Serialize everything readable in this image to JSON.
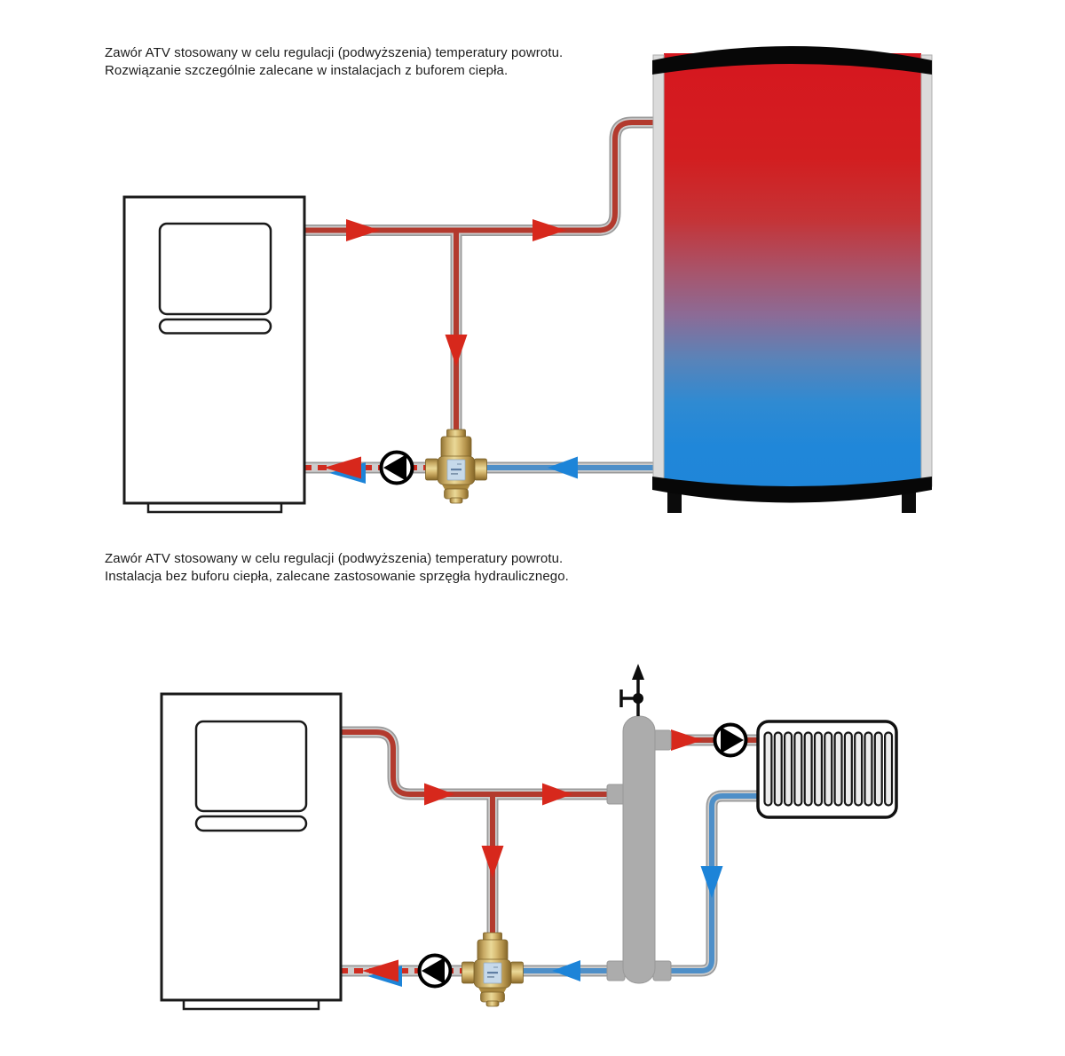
{
  "captions": {
    "buffer_system": {
      "line1": "Zawór ATV stosowany w celu regulacji (podwyższenia) temperatury powrotu.",
      "line2": "Rozwiązanie szczególnie zalecane w instalacjach z buforem ciepła."
    },
    "separator_system": {
      "line1": "Zawór ATV stosowany w celu regulacji (podwyższenia) temperatury powrotu.",
      "line2": "Instalacja bez buforu ciepła, zalecane zastosowanie sprzęgła hydraulicznego."
    }
  },
  "colors": {
    "background": "#ffffff",
    "pipe_casing_gray": "#9a9a9a",
    "supply_core_red": "#b33a2e",
    "flow_arrow_red": "#d7281c",
    "return_core_blue": "#4e8fc8",
    "flow_arrow_blue": "#1d84d8",
    "mixed_return_dash_red": "#cf2c20",
    "hydraulic_separator_gray": "#acacac",
    "valve_brass": "#d8bc74",
    "valve_label_blue": "#c6d9ea",
    "tank_hot_red": "#d6171f",
    "tank_cold_blue": "#1f86d9",
    "outline_black": "#1a1a1a"
  },
  "icons": {
    "pump": "pump-rotor-triangle",
    "air_vent": "air-vent-valve",
    "flow_direction": "flow-arrow"
  }
}
